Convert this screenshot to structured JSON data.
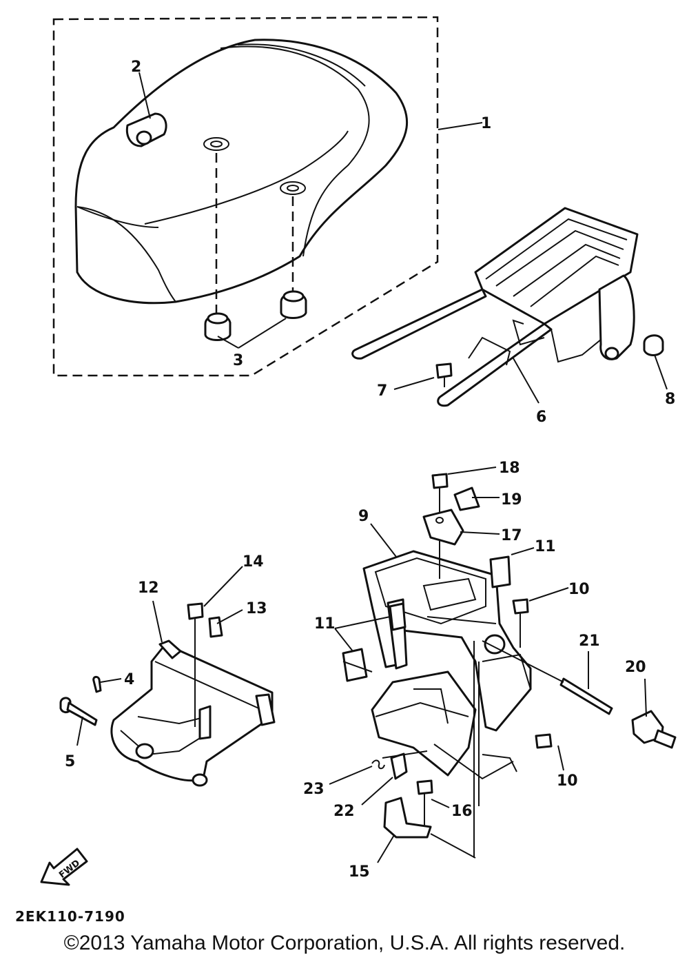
{
  "callouts": {
    "c1": "1",
    "c2": "2",
    "c3": "3",
    "c4": "4",
    "c5": "5",
    "c6": "6",
    "c7": "7",
    "c8": "8",
    "c9": "9",
    "c10a": "10",
    "c10b": "10",
    "c11a": "11",
    "c11b": "11",
    "c12": "12",
    "c13": "13",
    "c14": "14",
    "c15": "15",
    "c16": "16",
    "c17": "17",
    "c18": "18",
    "c19": "19",
    "c20": "20",
    "c21": "21",
    "c22": "22",
    "c23": "23"
  },
  "fwd_label": "FWD",
  "diagram_code": "2EK110-7190",
  "copyright": "©2013 Yamaha Motor Corporation, U.S.A. All rights reserved."
}
